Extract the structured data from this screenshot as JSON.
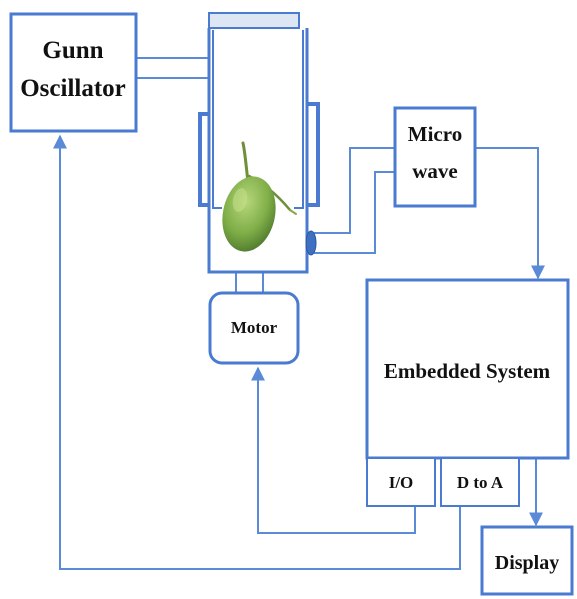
{
  "blocks": {
    "gunn_oscillator": {
      "line1": "Gunn",
      "line2": "Oscillator"
    },
    "microwave": {
      "line1": "Micro",
      "line2": "wave"
    },
    "motor": {
      "label": "Motor"
    },
    "embedded_system": {
      "label": "Embedded System"
    },
    "io": {
      "label": "I/O"
    },
    "d_to_a": {
      "label": "D to A"
    },
    "display": {
      "label": "Display"
    }
  },
  "sample": {
    "object": "coconut"
  },
  "colors": {
    "block_border": "#4a7bd0",
    "connector": "#5b8ad6",
    "chamber_top": "#dde6f3",
    "coconut_body": "#7fae48",
    "coconut_highlight": "#b6d77a",
    "coconut_stem": "#6f8f3a"
  }
}
